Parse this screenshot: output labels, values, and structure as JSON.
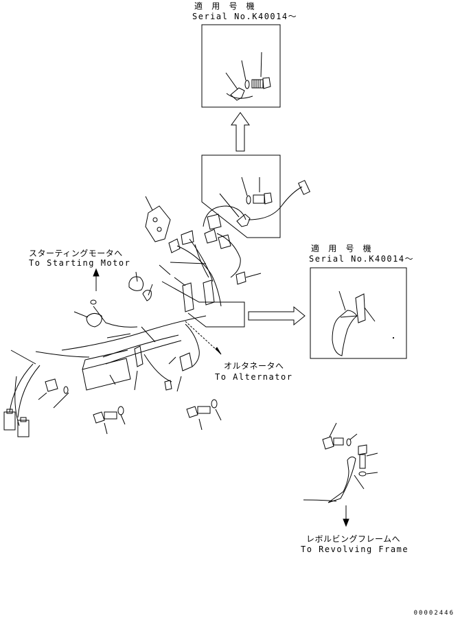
{
  "callouts": {
    "serial_top": {
      "jp": "適 用 号 機",
      "en": "Serial No.K40014～"
    },
    "serial_right": {
      "jp": "適 用 号 機",
      "en": "Serial No.K40014～"
    },
    "starting_motor": {
      "jp": "スターティングモータへ",
      "en": "To Starting Motor"
    },
    "alternator": {
      "jp": "オルタネータへ",
      "en": "To Alternator"
    },
    "revolving_frame": {
      "jp": "レボルビングフレームへ",
      "en": "To Revolving Frame"
    }
  },
  "document_number": "00002446"
}
